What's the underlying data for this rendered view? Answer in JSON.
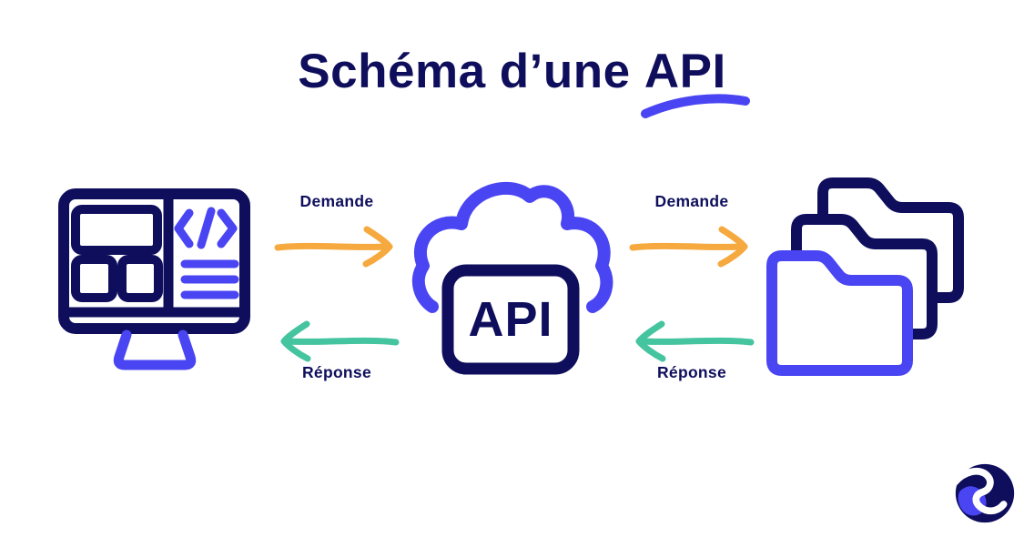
{
  "colors": {
    "background": "#ffffff",
    "navy": "#0e0e5c",
    "blue": "#4a45f2",
    "orange": "#f6a93e",
    "teal": "#45c4a0"
  },
  "title": {
    "prefix": "Schéma d’une",
    "highlight": "API"
  },
  "nodes": {
    "client": {
      "icon": "browser-monitor-icon"
    },
    "api": {
      "icon": "api-cloud-icon",
      "label": "API"
    },
    "data": {
      "icon": "folders-icon"
    }
  },
  "flows": {
    "left_request_label": "Demande",
    "left_response_label": "Réponse",
    "right_request_label": "Demande",
    "right_response_label": "Réponse"
  },
  "footer": {
    "icon": "brand-logo-icon"
  }
}
